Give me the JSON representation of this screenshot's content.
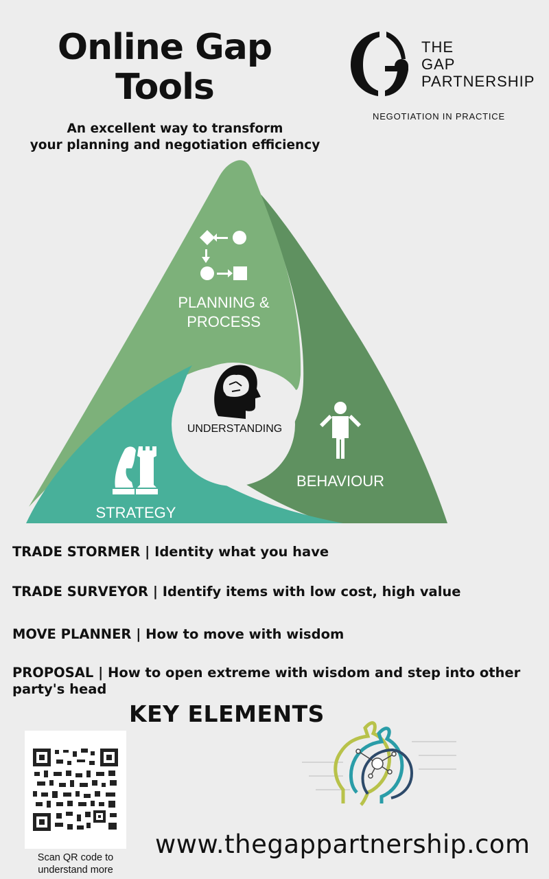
{
  "header": {
    "title_line1": "Online Gap",
    "title_line2": "Tools",
    "subtitle_line1": "An excellent way to transform",
    "subtitle_line2": "your planning and negotiation efficiency"
  },
  "brand": {
    "line1": "THE",
    "line2": "GAP",
    "line3": "PARTNERSHIP",
    "tagline": "NEGOTIATION IN PRACTICE"
  },
  "diagram": {
    "planning_line1": "PLANNING &",
    "planning_line2": "PROCESS",
    "behaviour": "BEHAVIOUR",
    "strategy": "STRATEGY",
    "understanding": "UNDERSTANDING"
  },
  "tools": [
    "TRADE STORMER | Identity what you have",
    "TRADE SURVEYOR | Identify items with low cost, high value",
    "MOVE PLANNER | How to move with wisdom",
    "PROPOSAL | How to open extreme with wisdom and step into other party's head"
  ],
  "key_elements": "KEY ELEMENTS",
  "qr": {
    "caption_line1": "Scan QR code to",
    "caption_line2": "understand more"
  },
  "footer": {
    "url": "www.thegappartnership.com"
  },
  "colors": {
    "light_green": "#7db17a",
    "dark_green": "#5f9160",
    "teal": "#48b09a",
    "background": "#ededed"
  },
  "icons": [
    "process-flow-icon",
    "brain-head-icon",
    "person-icon",
    "chess-pieces-icon",
    "qr-code-icon",
    "gap-logo-icon",
    "speech-network-icon"
  ]
}
